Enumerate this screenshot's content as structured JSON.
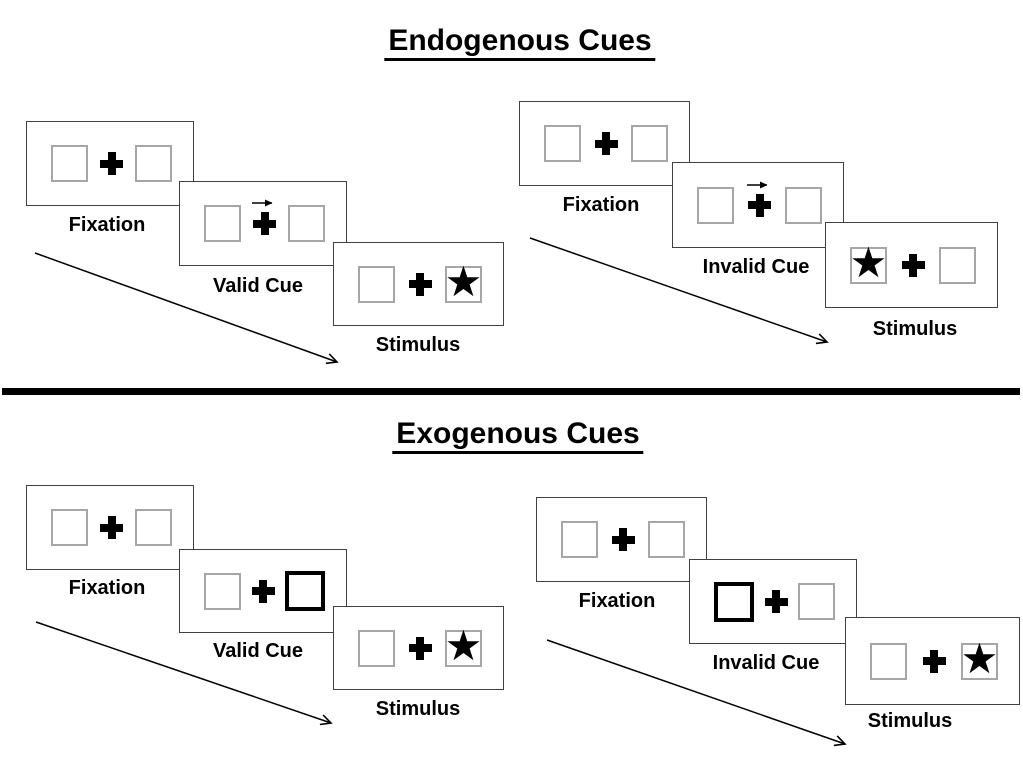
{
  "icons": {
    "star": "★"
  },
  "sections": {
    "endogenous": {
      "title": "Endogenous Cues",
      "valid": {
        "fixation_label": "Fixation",
        "cue_label": "Valid Cue",
        "stimulus_label": "Stimulus",
        "cue_type": "central-arrow-pointing-right",
        "stimulus_side": "right"
      },
      "invalid": {
        "fixation_label": "Fixation",
        "cue_label": "Invalid Cue",
        "stimulus_label": "Stimulus",
        "cue_type": "central-arrow-pointing-right",
        "stimulus_side": "left"
      }
    },
    "exogenous": {
      "title": "Exogenous Cues",
      "valid": {
        "fixation_label": "Fixation",
        "cue_label": "Valid Cue",
        "stimulus_label": "Stimulus",
        "cue_type": "peripheral-thick-box-right",
        "stimulus_side": "right"
      },
      "invalid": {
        "fixation_label": "Fixation",
        "cue_label": "Invalid Cue",
        "stimulus_label": "Stimulus",
        "cue_type": "peripheral-thick-box-left",
        "stimulus_side": "right"
      }
    }
  },
  "colors": {
    "background": "#ffffff",
    "panel_border": "#404040",
    "box_border": "#a6a6a6",
    "cue_highlight": "#000000",
    "ink": "#000000"
  }
}
